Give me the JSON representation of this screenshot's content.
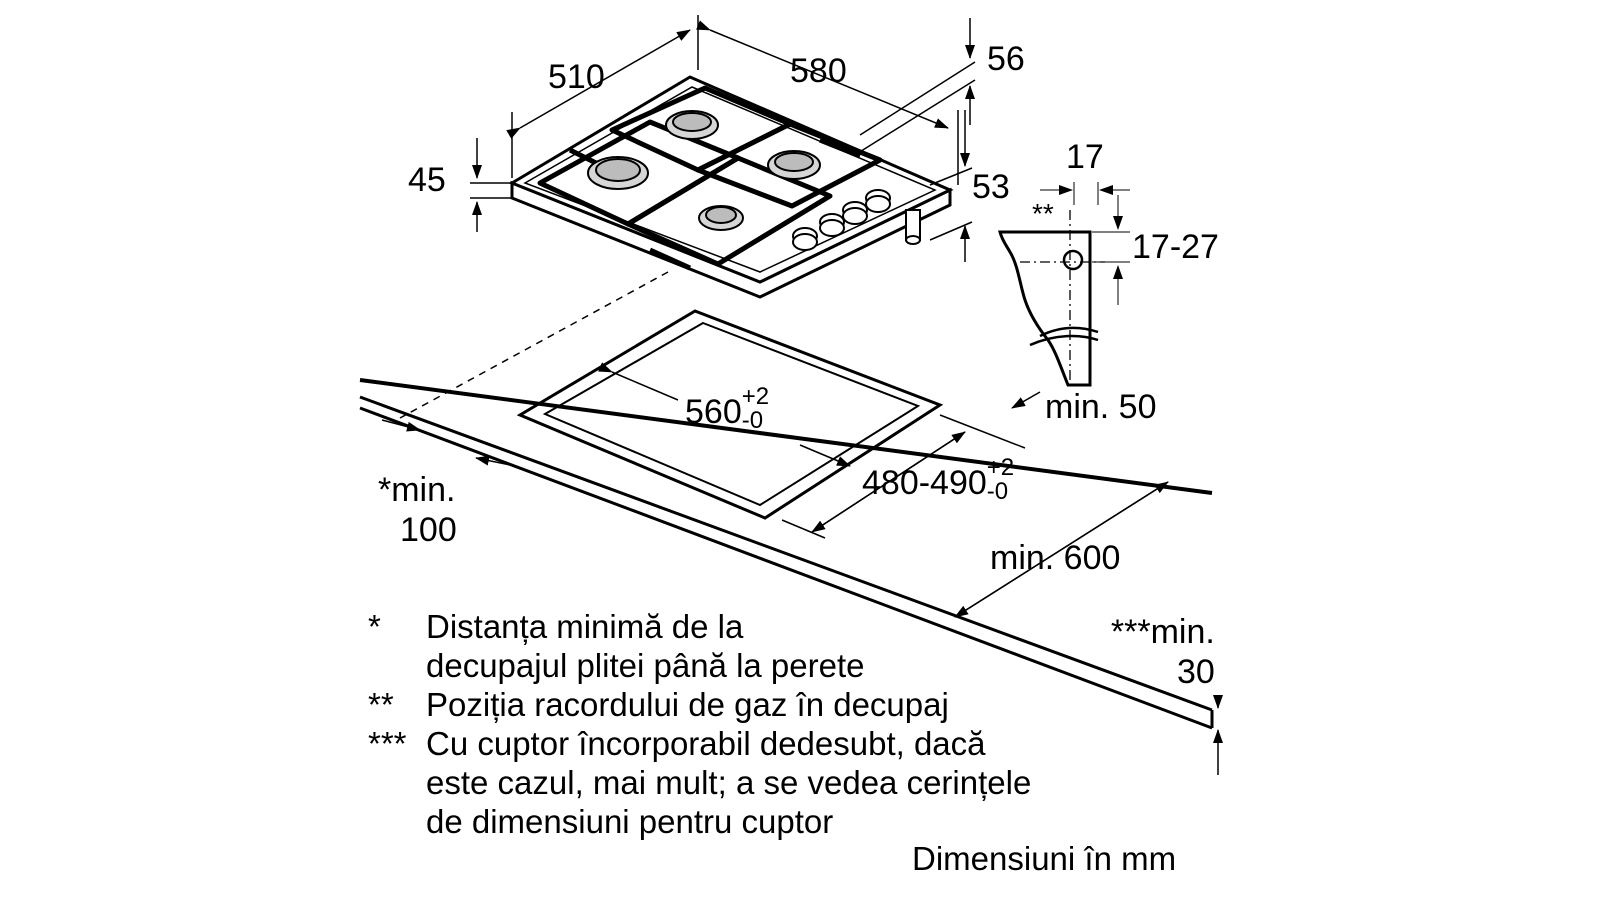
{
  "dimensions": {
    "d510": "510",
    "d580": "580",
    "d56": "56",
    "d45": "45",
    "d53": "53",
    "d17": "17",
    "d17_27": "17-27",
    "marker_gas": "**",
    "min50": "min. 50",
    "cut_width": "560",
    "cut_width_plus": "+2",
    "cut_width_minus": "-0",
    "cut_depth": "480-490",
    "cut_depth_plus": "+2",
    "cut_depth_minus": "-0",
    "min100_star": "*",
    "min100_label": "min.",
    "min100_value": "100",
    "min600": "min. 600",
    "min30_label": "***min.",
    "min30_value": "30"
  },
  "notes": [
    {
      "mark": "*",
      "lines": [
        "Distanța minimă de la",
        "decupajul plitei până la perete"
      ]
    },
    {
      "mark": "**",
      "lines": [
        "Poziția racordului de gaz în decupaj"
      ]
    },
    {
      "mark": "***",
      "lines": [
        "Cu cuptor încorporabil dedesubt, dacă",
        "este cazul, mai mult; a se vedea cerințele",
        "de dimensiuni pentru cuptor"
      ]
    }
  ],
  "units_note": "Dimensiuni în mm"
}
